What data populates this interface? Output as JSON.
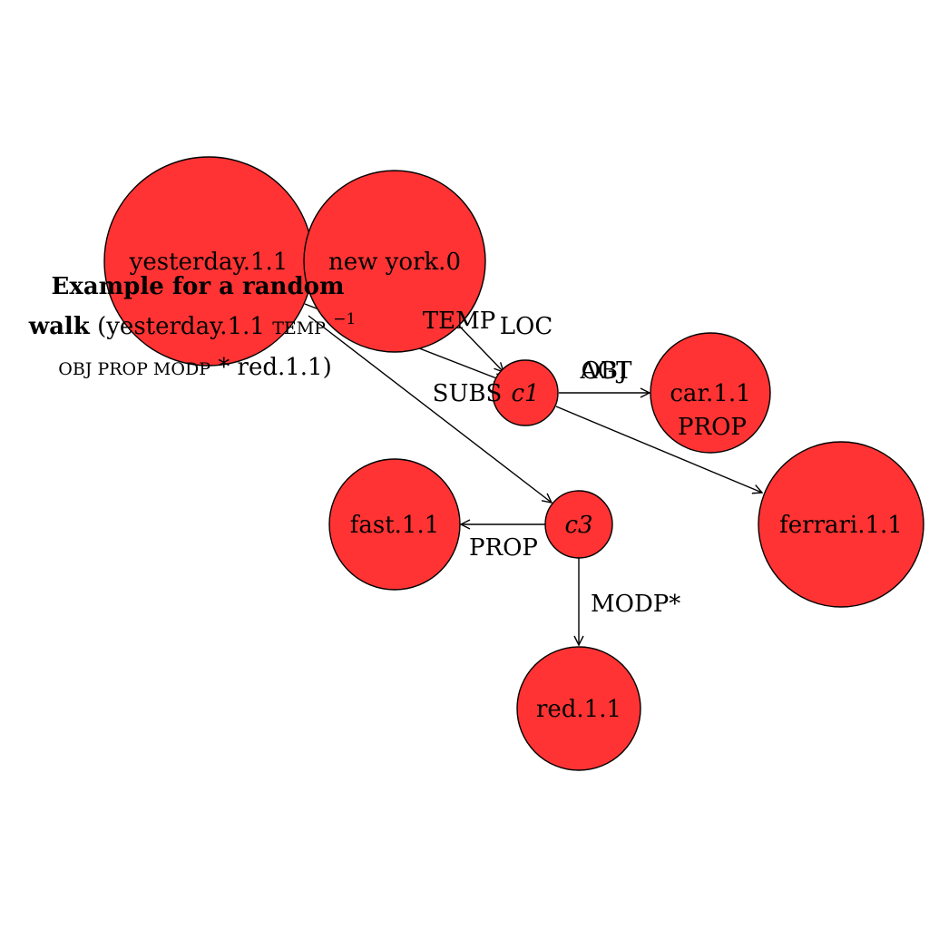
{
  "diagram": {
    "colors": {
      "node_fill": "#ff3333",
      "stroke": "#000000"
    },
    "nodes": {
      "yesterday": "yesterday.1.1",
      "newyork": "new york.0",
      "c1": "c1",
      "car": "car.1.1",
      "ferrari": "ferrari.1.1",
      "c3": "c3",
      "fast": "fast.1.1",
      "red": "red.1.1"
    },
    "edges": {
      "temp": "TEMP",
      "loc": "LOC",
      "subs": "SUBS",
      "obj": "OBJ",
      "agt": "AGT",
      "prop_car": "PROP",
      "prop_fast": "PROP",
      "modp": "MODP*"
    },
    "caption": {
      "line1_bold": "Example for a random",
      "line2_bold": "walk",
      "line2_rest_prefix": " (yesterday.1.1 ",
      "line2_temp": "TEMP",
      "line2_sup": "−1",
      "line3_sc": "OBJ PROP MODP",
      "line3_rest": "* red.1.1)"
    }
  }
}
